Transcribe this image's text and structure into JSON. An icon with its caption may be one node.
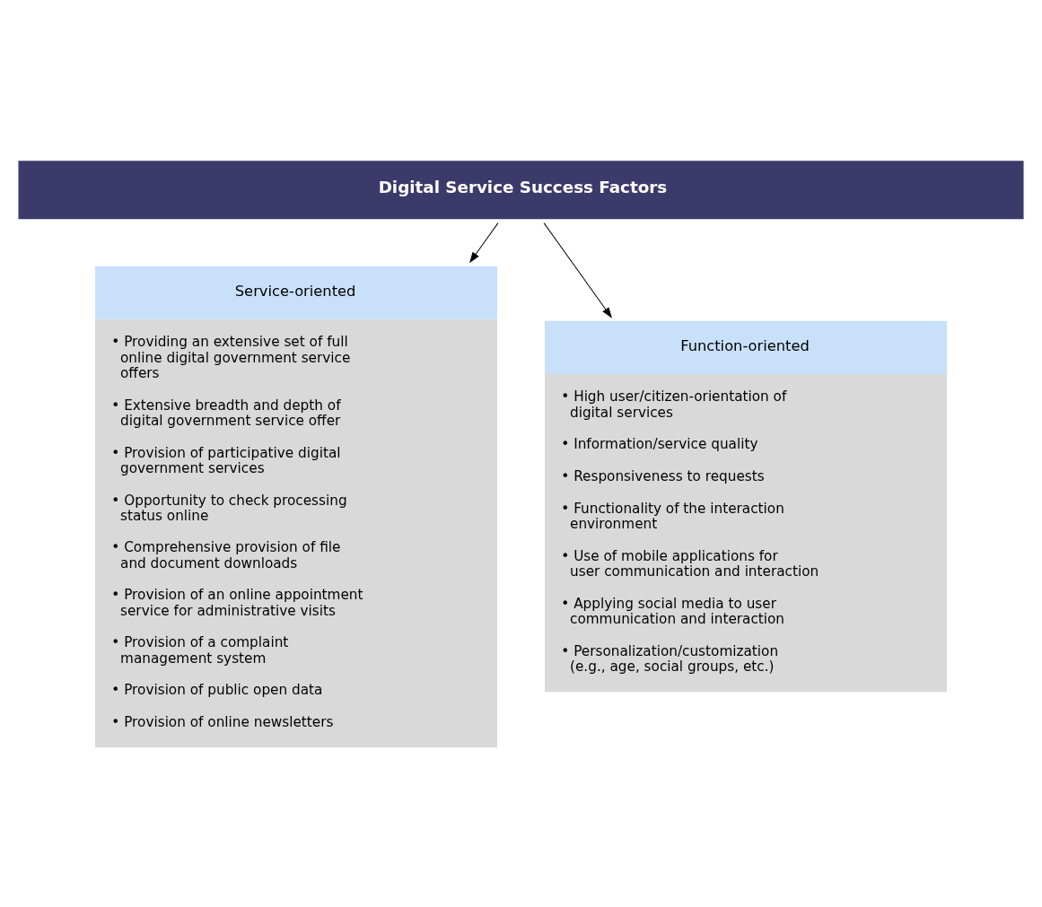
{
  "diagram": {
    "nodes": [
      {
        "text": [
          "Digital Service Success Factors"
        ]
      },
      {
        "text": [
          "Service-oriented",
          "• Providing an extensive set of full online digital government service offers",
          "• Extensive breadth and depth of digital government service offer",
          "• Provision of participative digital government services",
          "• Opportunity to check processing status online",
          "• Comprehensive provision of file and document downloads",
          "• Provision of an online appointment service for administrative visits",
          "• Provision of a complaint management system",
          "• Provision of public open data",
          "• Provision of online newsletters"
        ]
      },
      {
        "text": [
          "Function-oriented",
          "• High user/citizen-orientation of digital services",
          "• Information/service quality",
          "• Responsiveness to requests",
          "• Functionality of the interaction environment",
          "• Use of mobile applications for user communication and interaction",
          "• Applying social media to user communication and interaction",
          "• Personalization/customization (e.g., age, social groups, etc.)"
        ]
      }
    ],
    "edges": [
      {
        "from": 0,
        "to": 1,
        "arrow": "to"
      },
      {
        "from": 0,
        "to": 2,
        "arrow": "to"
      }
    ]
  }
}
